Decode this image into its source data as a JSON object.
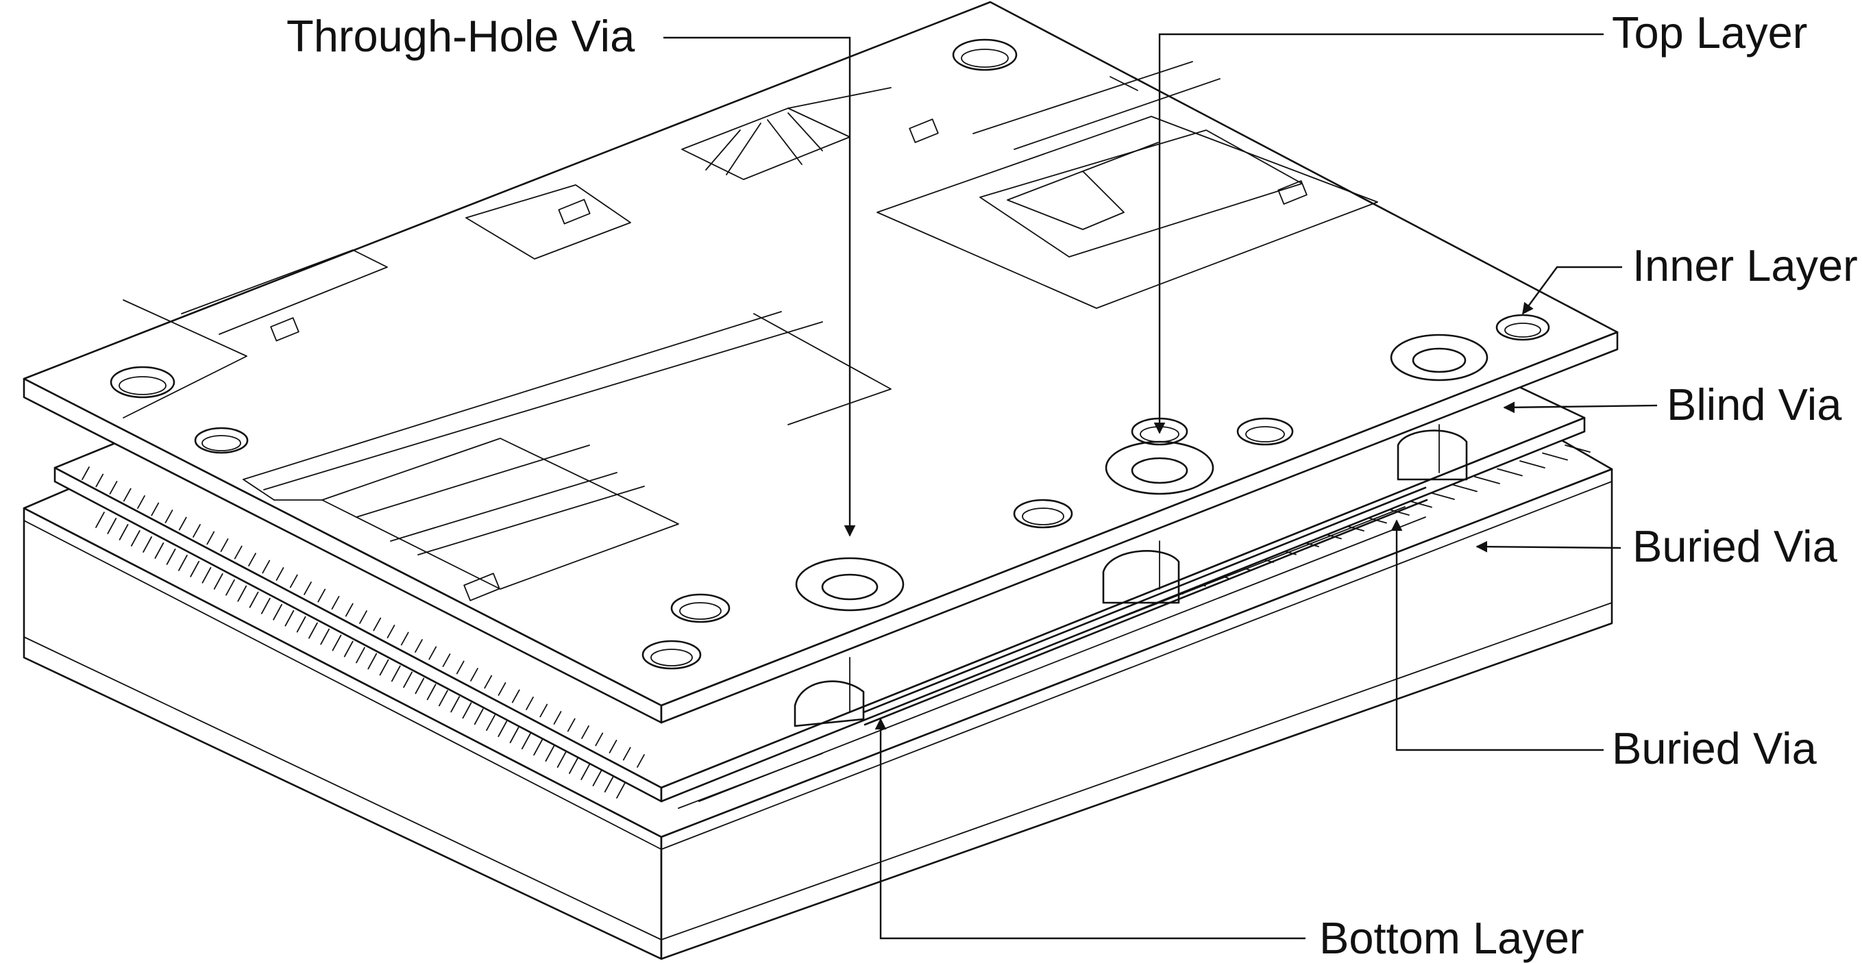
{
  "colors": {
    "ink": "#111111",
    "background": "#ffffff",
    "board_fill": "#ffffff"
  },
  "labels": {
    "through_hole_via": "Through-Hole Via",
    "top_layer": "Top Layer",
    "inner_layer": "Inner Layer",
    "blind_via": "Blind Via",
    "buried_via_upper": "Buried Via",
    "buried_via_lower": "Buried Via",
    "bottom_layer": "Bottom Layer"
  }
}
